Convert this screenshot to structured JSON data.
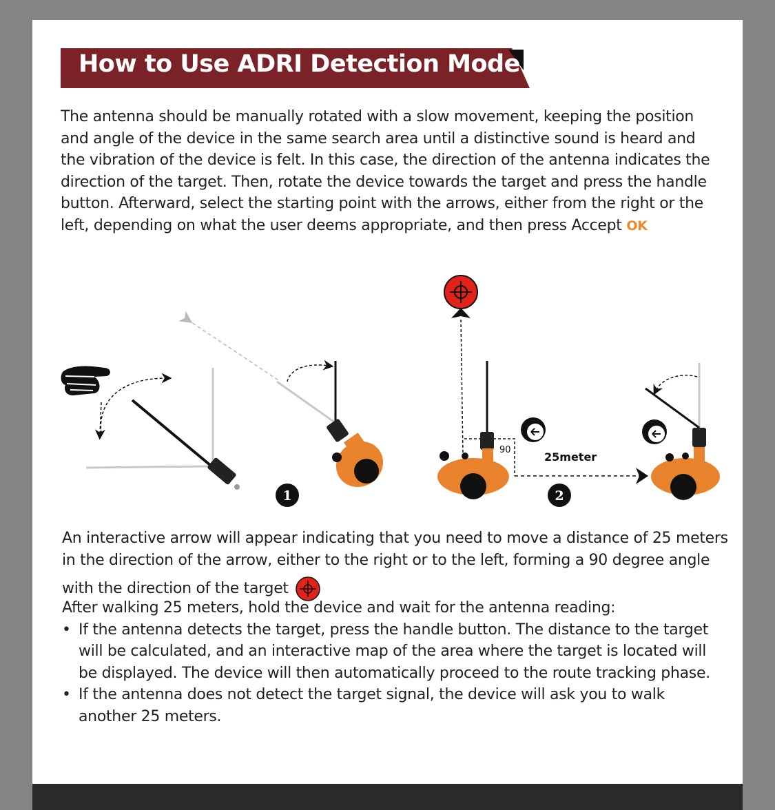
{
  "header": {
    "title": "How to Use ADRI Detection Mode"
  },
  "intro": {
    "lines": [
      "The antenna should be manually rotated with a slow movement, keeping the position",
      "and angle of the device in the same search area until a distinctive sound is heard and",
      "the vibration of the device is felt. In this case, the direction of the antenna indicates the",
      "direction of the target. Then, rotate the device towards the target and press the handle",
      "button. Afterward, select the starting point with the arrows, either from the right or the",
      "left, depending on what the user deems appropriate, and then press Accept"
    ],
    "ok_label": "OK"
  },
  "figure": {
    "step1": "1",
    "step2": "2",
    "angle": "90",
    "distance": "25meter"
  },
  "body": {
    "line1": "An interactive arrow will appear indicating that you need to move a distance of 25 meters",
    "line2": "in the direction of the arrow, either to the right or to the left, forming a 90 degree angle",
    "line3": "with the direction of the target",
    "line4": "After walking 25 meters, hold the device and wait for the antenna reading:",
    "bullets": [
      "If the antenna detects the target, press the handle button. The distance to the target will be calculated, and an interactive map of the area where the target is located will be displayed. The device will then automatically proceed to the route tracking phase.",
      "If the antenna does not detect the target signal, the device will ask you to walk another 25 meters."
    ]
  },
  "colors": {
    "title_bg": "#7b2229",
    "accent_orange": "#e88a2b",
    "target_red": "#e2231a"
  }
}
